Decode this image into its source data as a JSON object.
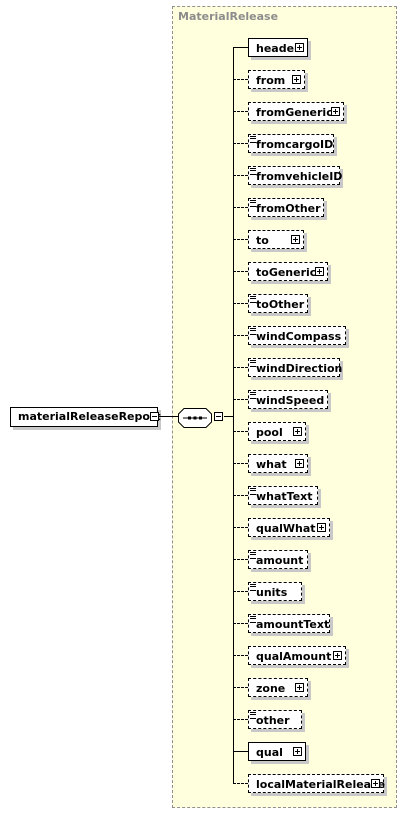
{
  "group": {
    "label": "MaterialRelease"
  },
  "root": {
    "label": "materialReleaseReport"
  },
  "children": [
    {
      "label": "header",
      "optional": false,
      "expandable": true,
      "simple": false
    },
    {
      "label": "from",
      "optional": true,
      "expandable": true,
      "simple": false
    },
    {
      "label": "fromGeneric",
      "optional": true,
      "expandable": true,
      "simple": false
    },
    {
      "label": "fromcargoID",
      "optional": true,
      "expandable": false,
      "simple": true
    },
    {
      "label": "fromvehicleID",
      "optional": true,
      "expandable": false,
      "simple": true
    },
    {
      "label": "fromOther",
      "optional": true,
      "expandable": false,
      "simple": true
    },
    {
      "label": "to",
      "optional": true,
      "expandable": true,
      "simple": false
    },
    {
      "label": "toGeneric",
      "optional": true,
      "expandable": true,
      "simple": false
    },
    {
      "label": "toOther",
      "optional": true,
      "expandable": false,
      "simple": true
    },
    {
      "label": "windCompass",
      "optional": true,
      "expandable": false,
      "simple": true
    },
    {
      "label": "windDirection",
      "optional": true,
      "expandable": false,
      "simple": true
    },
    {
      "label": "windSpeed",
      "optional": true,
      "expandable": false,
      "simple": true
    },
    {
      "label": "pool",
      "optional": true,
      "expandable": true,
      "simple": false
    },
    {
      "label": "what",
      "optional": true,
      "expandable": true,
      "simple": false
    },
    {
      "label": "whatText",
      "optional": true,
      "expandable": false,
      "simple": true
    },
    {
      "label": "qualWhat",
      "optional": true,
      "expandable": true,
      "simple": false
    },
    {
      "label": "amount",
      "optional": true,
      "expandable": false,
      "simple": true
    },
    {
      "label": "units",
      "optional": true,
      "expandable": false,
      "simple": true
    },
    {
      "label": "amountText",
      "optional": true,
      "expandable": false,
      "simple": true
    },
    {
      "label": "qualAmount",
      "optional": true,
      "expandable": true,
      "simple": false
    },
    {
      "label": "zone",
      "optional": true,
      "expandable": true,
      "simple": false
    },
    {
      "label": "other",
      "optional": true,
      "expandable": false,
      "simple": true
    },
    {
      "label": "qual",
      "optional": false,
      "expandable": true,
      "simple": false
    },
    {
      "label": "localMaterialRelease",
      "optional": true,
      "expandable": true,
      "simple": false
    }
  ]
}
